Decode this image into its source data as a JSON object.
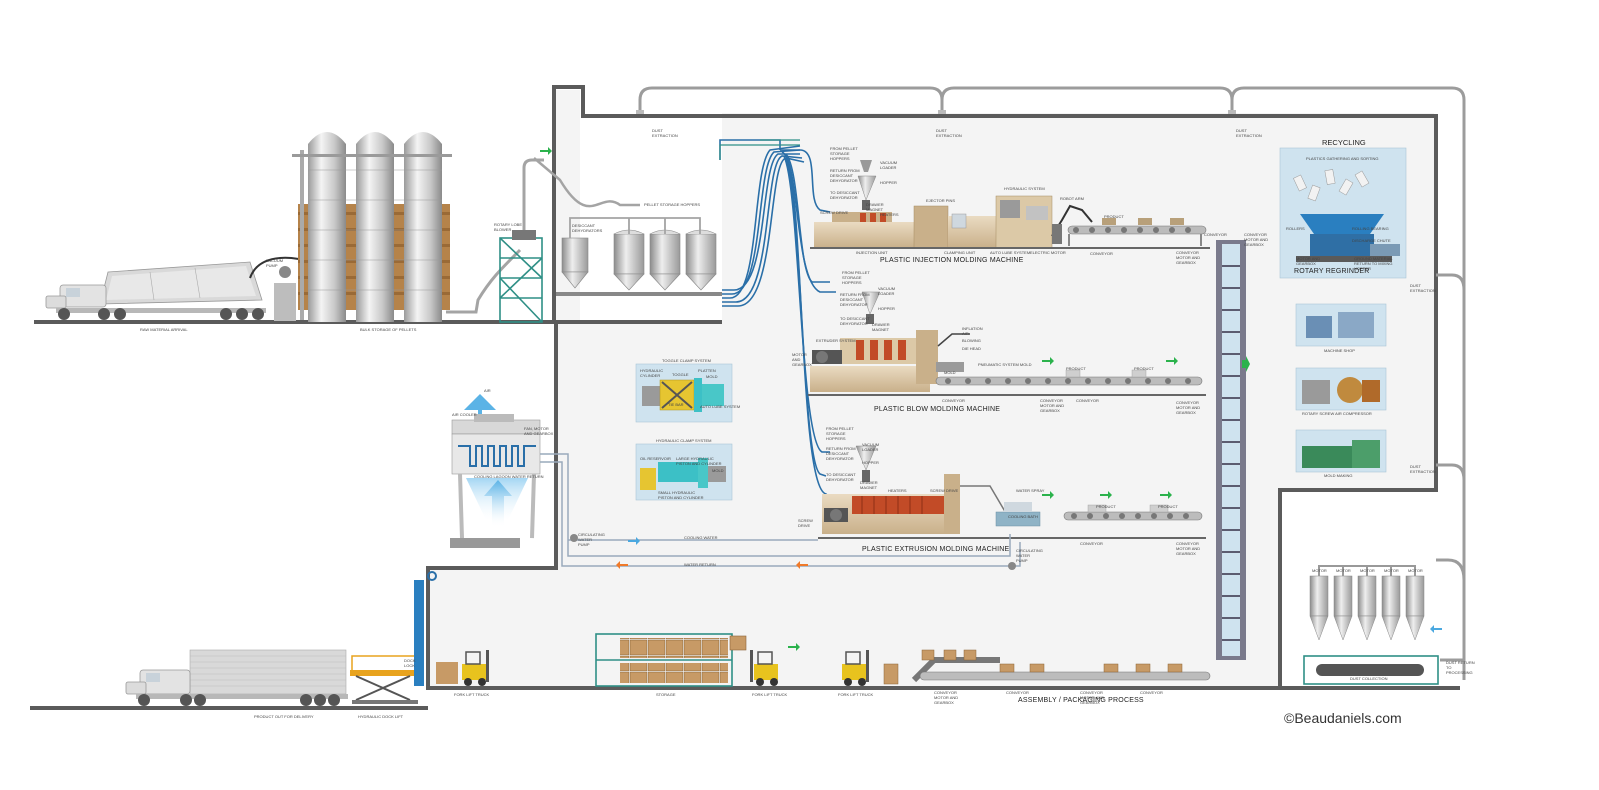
{
  "colors": {
    "wall": "#5b5b5b",
    "floor": "#f4f4f4",
    "water_blue": "#2a6fa8",
    "duct": "#a9a9a9",
    "teal_frame": "#2f8f86",
    "panel_bg": "#cfe3ef",
    "arrow_green": "#2bb24c",
    "arrow_orange": "#f07a2a",
    "wood": "#b5834a"
  },
  "titles": {
    "injection": "PLASTIC INJECTION MOLDING MACHINE",
    "blow": "PLASTIC BLOW MOLDING MACHINE",
    "extrusion": "PLASTIC EXTRUSION MOLDING MACHINE",
    "recycling": "RECYCLING",
    "rotary_regrinder": "ROTARY REGRINDER",
    "assembly": "ASSEMBLY / PACKAGING PROCESS",
    "copyright": "©Beaudaniels.com"
  },
  "labels": {
    "dust_ext": "DUST EXTRACTION",
    "raw_arrival": "RAW MATERIAL ARRIVAL",
    "bulk_storage": "BULK STORAGE OF PELLETS",
    "vacuum_pump": "VACUUM PUMP",
    "rotary_lobe": "ROTARY LOBE BLOWER",
    "pellet_hoppers": "PELLET STORAGE HOPPERS",
    "desiccant": "DESICCANT DEHYDRATORS",
    "from_pellet": "FROM PELLET STORAGE HOPPERS",
    "vacuum_loader": "VACUUM LOADER",
    "return_desiccant": "RETURN FROM DESICCANT DEHYDRATOR",
    "to_desiccant": "TO DESICCANT DEHYDRATOR",
    "hopper": "HOPPER",
    "drawer_magnet": "DRAWER MAGNET",
    "screw_drive": "SCREW DRIVE",
    "heaters": "HEATERS",
    "ejector_pins": "EJECTOR PINS",
    "hydraulic_system": "HYDRAULIC SYSTEM",
    "robot_arm": "ROBOT ARM",
    "product": "PRODUCT",
    "injection_unit": "INJECTION UNIT",
    "clamping_unit": "CLAMPING UNIT",
    "auto_lube": "AUTO LUBE SYSTEM",
    "electric_motor": "ELECTRIC MOTOR",
    "conveyor": "CONVEYOR",
    "conveyor_motor": "CONVEYOR MOTOR AND GEARBOX",
    "extruder_system": "EXTRUDER SYSTEM",
    "motor_gearbox": "MOTOR AND GEARBOX",
    "inflation_air": "INFLATION AIR",
    "blowing": "BLOWING",
    "die_head": "DIE HEAD",
    "pneumatic_mold": "PNEUMATIC SYSTEM MOLD",
    "mold": "MOLD",
    "toggle_clamp": "TOGGLE CLAMP SYSTEM",
    "hydraulic_clamp": "HYDRAULIC CLAMP SYSTEM",
    "hydraulic_cylinder": "HYDRAULIC CYLINDER",
    "toggle": "TOGGLE",
    "platten": "PLATTEN",
    "tie_bar": "TIE BAR",
    "oil_reservoir": "OIL RESERVOIR",
    "large_piston": "LARGE HYDRAULIC PISTON AND CYLINDER",
    "small_piston": "SMALL HYDRAULIC PISTON AND CYLINDER",
    "air": "AIR",
    "air_cooler": "AIR COOLER",
    "fan_motor": "FAN, MOTOR AND GEARBOX",
    "cooling_lagoon": "COOLING LAGOON WATER RETURN",
    "circulating_pump": "CIRCULATING WATER PUMP",
    "cooling_water": "COOLING WATER",
    "water_return": "WATER RETURN",
    "water_spray": "WATER SPRAY",
    "cooling_bath": "COOLING BATH",
    "recycling_sub": "PLASTICS GATHERING AND SORTING",
    "rollers": "ROLLERS",
    "rolling_bearing": "ROLLING BEARING",
    "discharge_chute": "DISCHARGE CHUTE",
    "motor_gearbox2": "MOTOR AND GEARBOX",
    "ground_material": "GROUND MATERIAL RETURN TO MIXING HOPPER",
    "machine_shop": "MACHINE SHOP",
    "compressor": "ROTARY SCREW AIR COMPRESSOR",
    "mold_making": "MOLD MAKING",
    "dust_return": "DUST RETURN TO PROCESSING",
    "dust_collection": "DUST COLLECTION",
    "motor": "MOTOR",
    "dock_lock": "DOCK LOCK",
    "product_out": "PRODUCT OUT FOR DELIVERY",
    "hydraulic_dock": "HYDRAULIC DOCK LIFT",
    "fork_lift": "FORK LIFT TRUCK",
    "storage": "STORAGE"
  }
}
